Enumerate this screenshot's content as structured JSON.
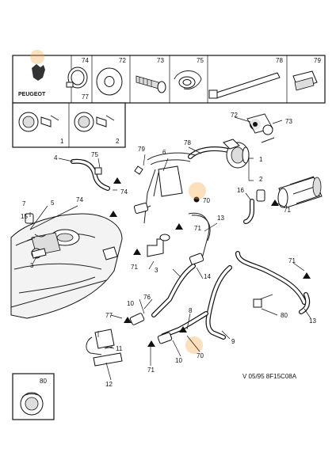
{
  "brand": {
    "logo_text": "PEUGEOT"
  },
  "top_row_cells": [
    {
      "number": "74",
      "sub_number": "77",
      "icon": "hose-clamp"
    },
    {
      "number": "72",
      "icon": "flat-washer"
    },
    {
      "number": "73",
      "icon": "screw"
    },
    {
      "number": "75",
      "icon": "spring-clip"
    },
    {
      "number": "78",
      "icon": "cable-tie"
    },
    {
      "number": "79",
      "icon": "plastic-clip"
    }
  ],
  "variant_panel": {
    "variants": [
      {
        "number": "1"
      },
      {
        "number": "2"
      }
    ]
  },
  "bottom_cell": {
    "number": "80",
    "icon": "grommet"
  },
  "callouts": {
    "c1": "1",
    "c2": "2",
    "c3a": "3",
    "c3b": "3",
    "c4": "4",
    "c5": "5",
    "c6": "6",
    "c7": "7",
    "c8": "8",
    "c9": "9",
    "c10a": "10",
    "c10b": "10",
    "c11": "11",
    "c12": "12",
    "c13a": "13",
    "c13b": "13",
    "c14": "14",
    "c15": "15",
    "c16": "16",
    "c70a": "70",
    "c70b": "70",
    "c71a": "71",
    "c71b": "71",
    "c71c": "71",
    "c71d": "71",
    "c71e": "71",
    "c72": "72",
    "c73": "73",
    "c74a": "74",
    "c74b": "74",
    "c75": "75",
    "c76": "76",
    "c77": "77",
    "c78": "78",
    "c79": "79",
    "c80": "80"
  },
  "footer": {
    "reference": "V 05/95 8F15C08A"
  }
}
